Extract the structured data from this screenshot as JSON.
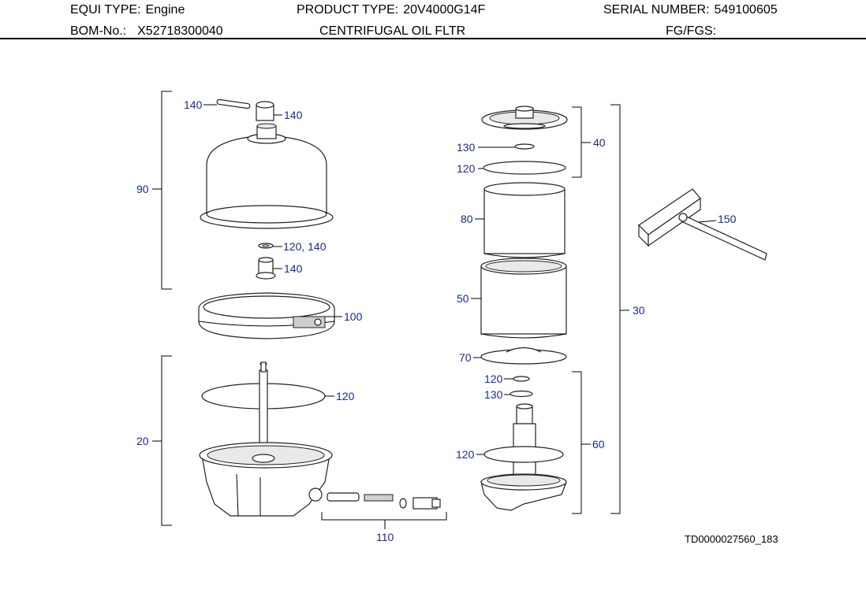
{
  "header": {
    "equi_type_label": "EQUI TYPE:",
    "equi_type_value": "Engine",
    "product_type_label": "PRODUCT TYPE:",
    "product_type_value": "20V4000G14F",
    "serial_label": "SERIAL NUMBER:",
    "serial_value": "549100605",
    "bom_label": "BOM-No.:",
    "bom_value": "X52718300040",
    "description": "CENTRIFUGAL OIL FLTR",
    "fg_label": "FG/FGS:"
  },
  "callouts": {
    "c140_pin": "140",
    "c140_sleeve": "140",
    "c90": "90",
    "c120_140": "120, 140",
    "c140_nozzle": "140",
    "c100": "100",
    "c120_left": "120",
    "c20": "20",
    "c110": "110",
    "c130_top": "130",
    "c120_top": "120",
    "c40": "40",
    "c80": "80",
    "c50": "50",
    "c30": "30",
    "c70": "70",
    "c120_mid": "120",
    "c130_mid": "130",
    "c120_low": "120",
    "c60": "60",
    "c150": "150"
  },
  "drawing_id": "TD0000027560_183"
}
